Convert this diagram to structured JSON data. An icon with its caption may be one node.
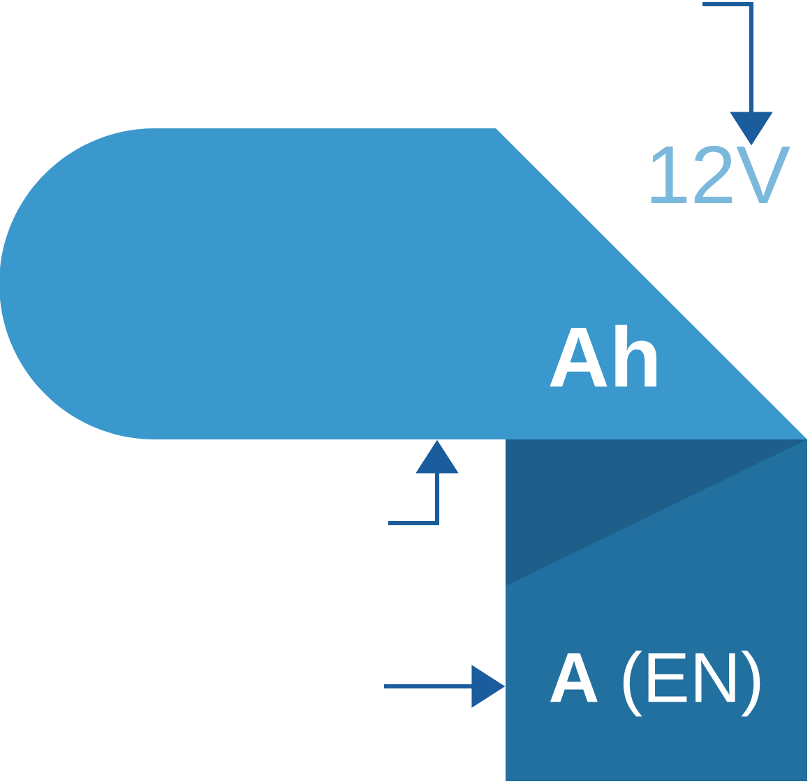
{
  "diagram": {
    "nodes": [
      {
        "text": [
          "Ah"
        ]
      },
      {
        "text": [
          "**A** (EN)"
        ]
      },
      {
        "text": [
          "12V"
        ]
      }
    ],
    "edges": [
      {
        "from": null,
        "to": 2,
        "arrow": "to"
      },
      {
        "from": null,
        "to": 0,
        "arrow": "to"
      },
      {
        "from": null,
        "to": 1,
        "arrow": "to"
      }
    ]
  }
}
